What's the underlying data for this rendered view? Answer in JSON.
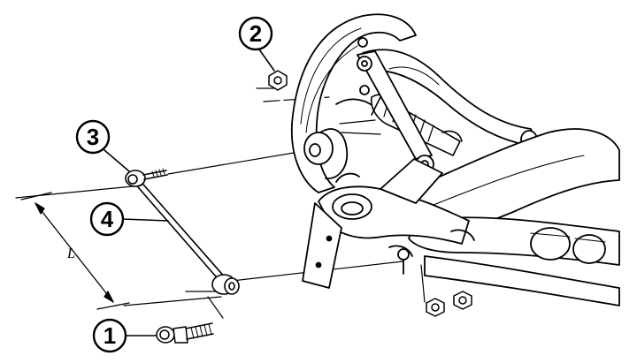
{
  "diagram": {
    "callouts": [
      {
        "id": "1",
        "label": "1"
      },
      {
        "id": "2",
        "label": "2"
      },
      {
        "id": "3",
        "label": "3"
      },
      {
        "id": "4",
        "label": "4"
      }
    ],
    "dimension_label": "L"
  }
}
